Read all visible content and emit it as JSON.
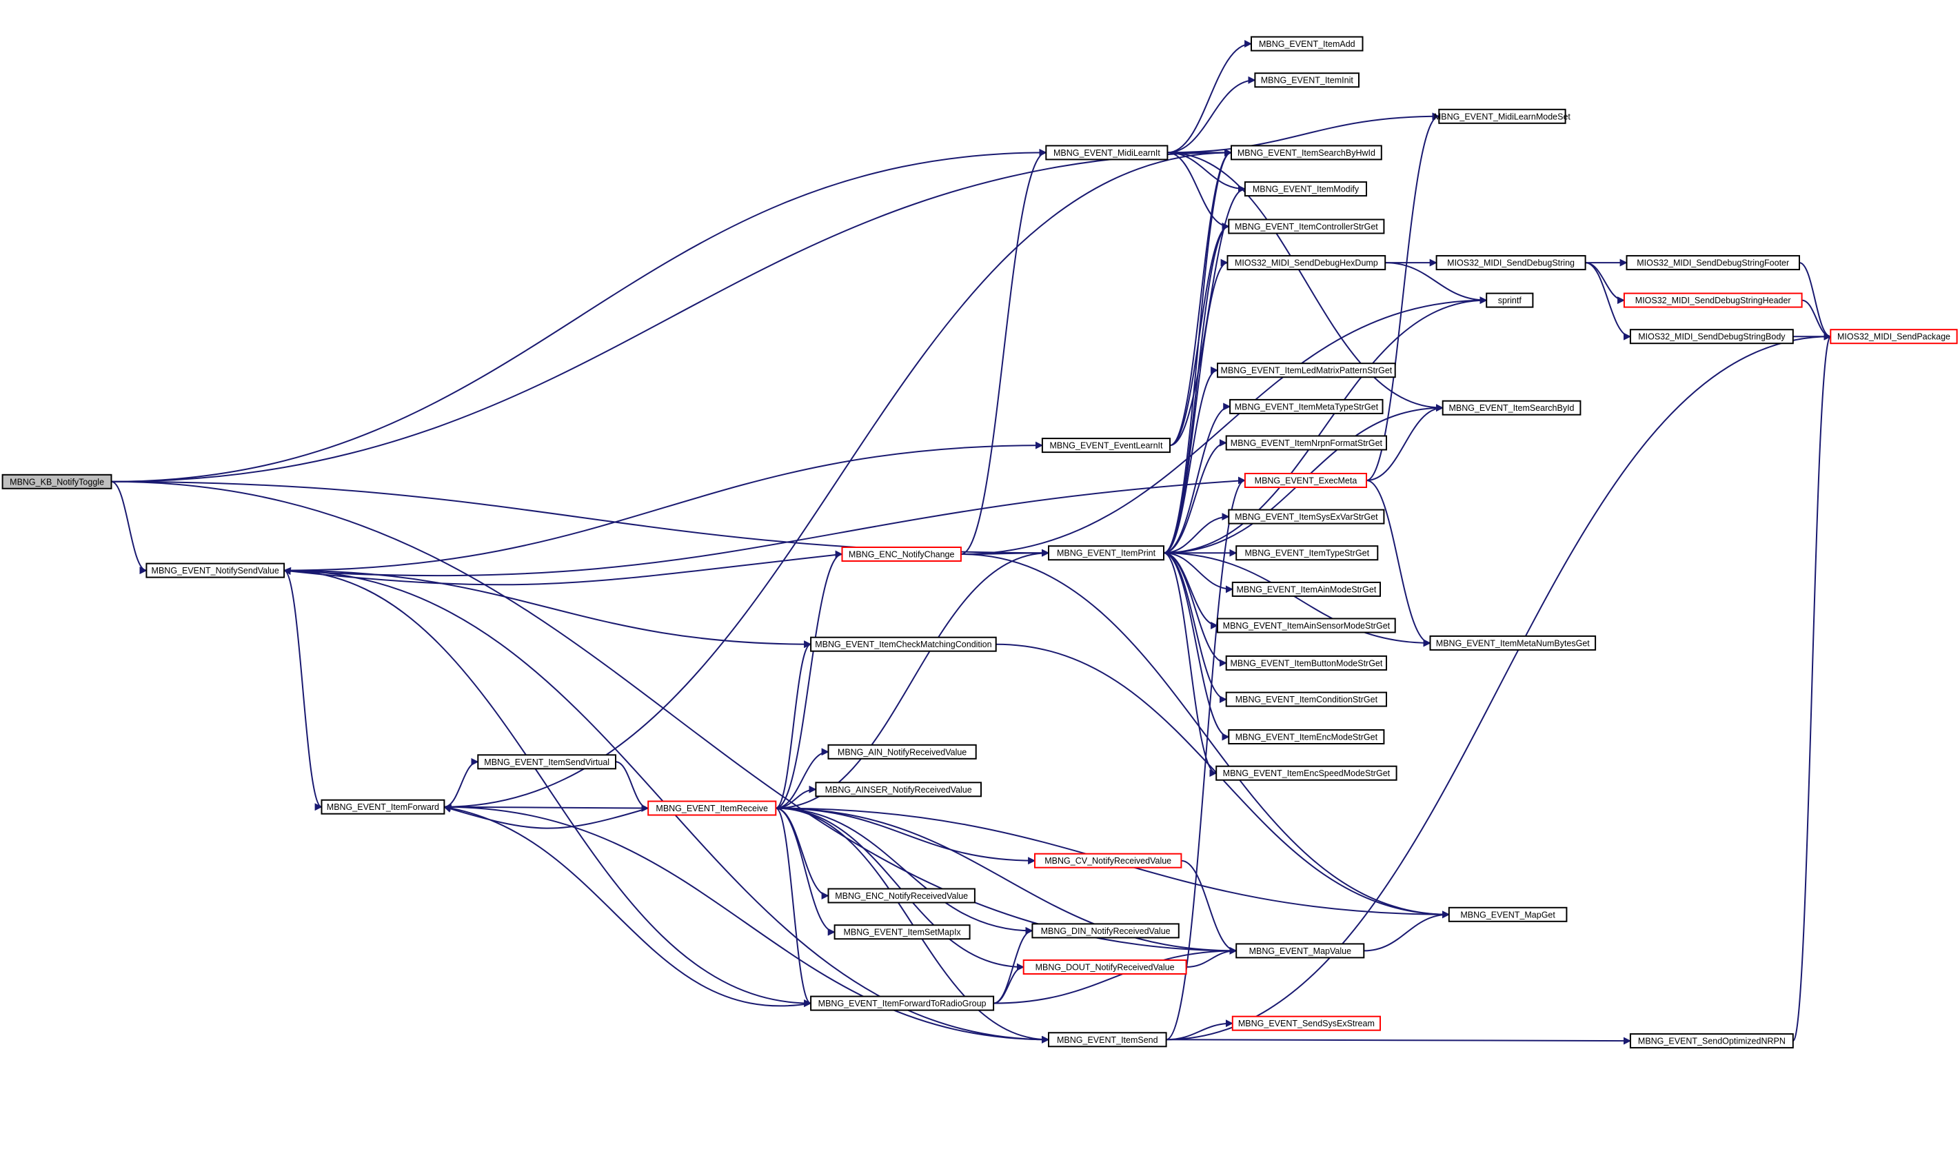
{
  "colors": {
    "edge": "#191970",
    "node_border": "#000000",
    "node_border_incomplete": "#ff0000",
    "root_fill": "#bfbfbf",
    "node_fill": "#ffffff"
  },
  "nodes": [
    {
      "id": "kb_notify_toggle",
      "label": "MBNG_KB_NotifyToggle",
      "root": true
    },
    {
      "id": "notify_send_value",
      "label": "MBNG_EVENT_NotifySendValue"
    },
    {
      "id": "item_forward",
      "label": "MBNG_EVENT_ItemForward"
    },
    {
      "id": "item_send_virtual",
      "label": "MBNG_EVENT_ItemSendVirtual"
    },
    {
      "id": "item_receive",
      "label": "MBNG_EVENT_ItemReceive",
      "incomplete": true
    },
    {
      "id": "enc_notify_change",
      "label": "MBNG_ENC_NotifyChange",
      "incomplete": true
    },
    {
      "id": "item_check_matching_condition",
      "label": "MBNG_EVENT_ItemCheckMatchingCondition"
    },
    {
      "id": "ain_notify_received_value",
      "label": "MBNG_AIN_NotifyReceivedValue"
    },
    {
      "id": "ainser_notify_received_value",
      "label": "MBNG_AINSER_NotifyReceivedValue"
    },
    {
      "id": "enc_notify_received_value",
      "label": "MBNG_ENC_NotifyReceivedValue"
    },
    {
      "id": "item_set_mapix",
      "label": "MBNG_EVENT_ItemSetMapIx"
    },
    {
      "id": "item_forward_to_radio_group",
      "label": "MBNG_EVENT_ItemForwardToRadioGroup"
    },
    {
      "id": "item_send",
      "label": "MBNG_EVENT_ItemSend"
    },
    {
      "id": "midi_learn_it",
      "label": "MBNG_EVENT_MidiLearnIt"
    },
    {
      "id": "event_learn_it",
      "label": "MBNG_EVENT_EventLearnIt"
    },
    {
      "id": "item_print",
      "label": "MBNG_EVENT_ItemPrint"
    },
    {
      "id": "cv_notify_received_value",
      "label": "MBNG_CV_NotifyReceivedValue",
      "incomplete": true
    },
    {
      "id": "din_notify_received_value",
      "label": "MBNG_DIN_NotifyReceivedValue"
    },
    {
      "id": "dout_notify_received_value",
      "label": "MBNG_DOUT_NotifyReceivedValue",
      "incomplete": true
    },
    {
      "id": "item_add",
      "label": "MBNG_EVENT_ItemAdd"
    },
    {
      "id": "item_init",
      "label": "MBNG_EVENT_ItemInit"
    },
    {
      "id": "item_search_by_hwid",
      "label": "MBNG_EVENT_ItemSearchByHwId"
    },
    {
      "id": "item_modify",
      "label": "MBNG_EVENT_ItemModify"
    },
    {
      "id": "item_controller_str_get",
      "label": "MBNG_EVENT_ItemControllerStrGet"
    },
    {
      "id": "send_debug_hex_dump",
      "label": "MIOS32_MIDI_SendDebugHexDump"
    },
    {
      "id": "item_led_matrix_pattern_str_get",
      "label": "MBNG_EVENT_ItemLedMatrixPatternStrGet"
    },
    {
      "id": "item_meta_type_str_get",
      "label": "MBNG_EVENT_ItemMetaTypeStrGet"
    },
    {
      "id": "item_nrpn_format_str_get",
      "label": "MBNG_EVENT_ItemNrpnFormatStrGet"
    },
    {
      "id": "exec_meta",
      "label": "MBNG_EVENT_ExecMeta",
      "incomplete": true
    },
    {
      "id": "item_sysex_var_str_get",
      "label": "MBNG_EVENT_ItemSysExVarStrGet"
    },
    {
      "id": "item_type_str_get",
      "label": "MBNG_EVENT_ItemTypeStrGet"
    },
    {
      "id": "item_ain_mode_str_get",
      "label": "MBNG_EVENT_ItemAinModeStrGet"
    },
    {
      "id": "item_ain_sensor_mode_str_get",
      "label": "MBNG_EVENT_ItemAinSensorModeStrGet"
    },
    {
      "id": "item_button_mode_str_get",
      "label": "MBNG_EVENT_ItemButtonModeStrGet"
    },
    {
      "id": "item_condition_str_get",
      "label": "MBNG_EVENT_ItemConditionStrGet"
    },
    {
      "id": "item_enc_mode_str_get",
      "label": "MBNG_EVENT_ItemEncModeStrGet"
    },
    {
      "id": "item_enc_speed_mode_str_get",
      "label": "MBNG_EVENT_ItemEncSpeedModeStrGet"
    },
    {
      "id": "map_value",
      "label": "MBNG_EVENT_MapValue"
    },
    {
      "id": "send_sysex_stream",
      "label": "MBNG_EVENT_SendSysExStream",
      "incomplete": true
    },
    {
      "id": "midi_learn_mode_set",
      "label": "MBNG_EVENT_MidiLearnModeSet"
    },
    {
      "id": "send_debug_string",
      "label": "MIOS32_MIDI_SendDebugString"
    },
    {
      "id": "sprintf",
      "label": "sprintf"
    },
    {
      "id": "item_search_by_id",
      "label": "MBNG_EVENT_ItemSearchById"
    },
    {
      "id": "item_meta_num_bytes_get",
      "label": "MBNG_EVENT_ItemMetaNumBytesGet"
    },
    {
      "id": "map_get",
      "label": "MBNG_EVENT_MapGet"
    },
    {
      "id": "send_optimized_nrpn",
      "label": "MBNG_EVENT_SendOptimizedNRPN"
    },
    {
      "id": "send_debug_string_footer",
      "label": "MIOS32_MIDI_SendDebugStringFooter"
    },
    {
      "id": "send_debug_string_header",
      "label": "MIOS32_MIDI_SendDebugStringHeader",
      "incomplete": true
    },
    {
      "id": "send_debug_string_body",
      "label": "MIOS32_MIDI_SendDebugStringBody"
    },
    {
      "id": "send_package",
      "label": "MIOS32_MIDI_SendPackage",
      "incomplete": true
    }
  ],
  "edges": [
    [
      "kb_notify_toggle",
      "midi_learn_it"
    ],
    [
      "kb_notify_toggle",
      "item_search_by_hwid"
    ],
    [
      "kb_notify_toggle",
      "item_print"
    ],
    [
      "kb_notify_toggle",
      "notify_send_value"
    ],
    [
      "kb_notify_toggle",
      "map_value"
    ],
    [
      "notify_send_value",
      "event_learn_it"
    ],
    [
      "notify_send_value",
      "item_check_matching_condition"
    ],
    [
      "notify_send_value",
      "item_forward"
    ],
    [
      "notify_send_value",
      "item_forward_to_radio_group"
    ],
    [
      "notify_send_value",
      "item_send"
    ],
    [
      "item_forward",
      "item_search_by_hwid"
    ],
    [
      "item_forward",
      "item_send_virtual"
    ],
    [
      "item_forward",
      "item_receive"
    ],
    [
      "item_forward",
      "item_send"
    ],
    [
      "item_send_virtual",
      "item_receive"
    ],
    [
      "item_receive",
      "item_forward"
    ],
    [
      "item_receive",
      "enc_notify_change"
    ],
    [
      "item_receive",
      "item_print"
    ],
    [
      "item_receive",
      "item_check_matching_condition"
    ],
    [
      "item_receive",
      "ain_notify_received_value"
    ],
    [
      "item_receive",
      "ainser_notify_received_value"
    ],
    [
      "item_receive",
      "enc_notify_received_value"
    ],
    [
      "item_receive",
      "item_set_mapix"
    ],
    [
      "item_receive",
      "item_forward_to_radio_group"
    ],
    [
      "item_receive",
      "item_send"
    ],
    [
      "item_receive",
      "cv_notify_received_value"
    ],
    [
      "item_receive",
      "din_notify_received_value"
    ],
    [
      "item_receive",
      "dout_notify_received_value"
    ],
    [
      "item_receive",
      "map_value"
    ],
    [
      "item_receive",
      "map_get"
    ],
    [
      "enc_notify_change",
      "notify_send_value"
    ],
    [
      "enc_notify_change",
      "midi_learn_it"
    ],
    [
      "enc_notify_change",
      "item_print"
    ],
    [
      "enc_notify_change",
      "sprintf"
    ],
    [
      "enc_notify_change",
      "map_get"
    ],
    [
      "item_check_matching_condition",
      "map_get"
    ],
    [
      "item_forward_to_radio_group",
      "item_forward"
    ],
    [
      "item_forward_to_radio_group",
      "din_notify_received_value"
    ],
    [
      "item_forward_to_radio_group",
      "dout_notify_received_value"
    ],
    [
      "item_forward_to_radio_group",
      "map_value"
    ],
    [
      "item_send",
      "exec_meta"
    ],
    [
      "item_send",
      "send_sysex_stream"
    ],
    [
      "item_send",
      "send_optimized_nrpn"
    ],
    [
      "item_send",
      "send_package"
    ],
    [
      "midi_learn_it",
      "item_add"
    ],
    [
      "midi_learn_it",
      "item_init"
    ],
    [
      "midi_learn_it",
      "item_search_by_hwid"
    ],
    [
      "midi_learn_it",
      "item_modify"
    ],
    [
      "midi_learn_it",
      "item_controller_str_get"
    ],
    [
      "midi_learn_it",
      "midi_learn_mode_set"
    ],
    [
      "midi_learn_it",
      "item_search_by_id"
    ],
    [
      "event_learn_it",
      "item_search_by_hwid"
    ],
    [
      "event_learn_it",
      "item_modify"
    ],
    [
      "event_learn_it",
      "item_controller_str_get"
    ],
    [
      "item_print",
      "item_search_by_hwid"
    ],
    [
      "item_print",
      "item_controller_str_get"
    ],
    [
      "item_print",
      "send_debug_hex_dump"
    ],
    [
      "item_print",
      "sprintf"
    ],
    [
      "item_print",
      "item_search_by_id"
    ],
    [
      "item_print",
      "item_led_matrix_pattern_str_get"
    ],
    [
      "item_print",
      "item_meta_type_str_get"
    ],
    [
      "item_print",
      "item_nrpn_format_str_get"
    ],
    [
      "item_print",
      "item_sysex_var_str_get"
    ],
    [
      "item_print",
      "item_type_str_get"
    ],
    [
      "item_print",
      "item_ain_mode_str_get"
    ],
    [
      "item_print",
      "item_ain_sensor_mode_str_get"
    ],
    [
      "item_print",
      "item_button_mode_str_get"
    ],
    [
      "item_print",
      "item_condition_str_get"
    ],
    [
      "item_print",
      "item_enc_mode_str_get"
    ],
    [
      "item_print",
      "item_enc_speed_mode_str_get"
    ],
    [
      "item_print",
      "item_meta_num_bytes_get"
    ],
    [
      "exec_meta",
      "notify_send_value"
    ],
    [
      "exec_meta",
      "midi_learn_mode_set"
    ],
    [
      "exec_meta",
      "item_search_by_id"
    ],
    [
      "exec_meta",
      "item_meta_num_bytes_get"
    ],
    [
      "cv_notify_received_value",
      "map_value"
    ],
    [
      "dout_notify_received_value",
      "map_value"
    ],
    [
      "map_value",
      "map_get"
    ],
    [
      "send_debug_hex_dump",
      "send_debug_string"
    ],
    [
      "send_debug_hex_dump",
      "sprintf"
    ],
    [
      "send_debug_string",
      "send_debug_string_footer"
    ],
    [
      "send_debug_string",
      "send_debug_string_header"
    ],
    [
      "send_debug_string",
      "send_debug_string_body"
    ],
    [
      "send_debug_string_footer",
      "send_package"
    ],
    [
      "send_debug_string_header",
      "send_package"
    ],
    [
      "send_debug_string_body",
      "send_package"
    ],
    [
      "send_optimized_nrpn",
      "send_package"
    ]
  ]
}
